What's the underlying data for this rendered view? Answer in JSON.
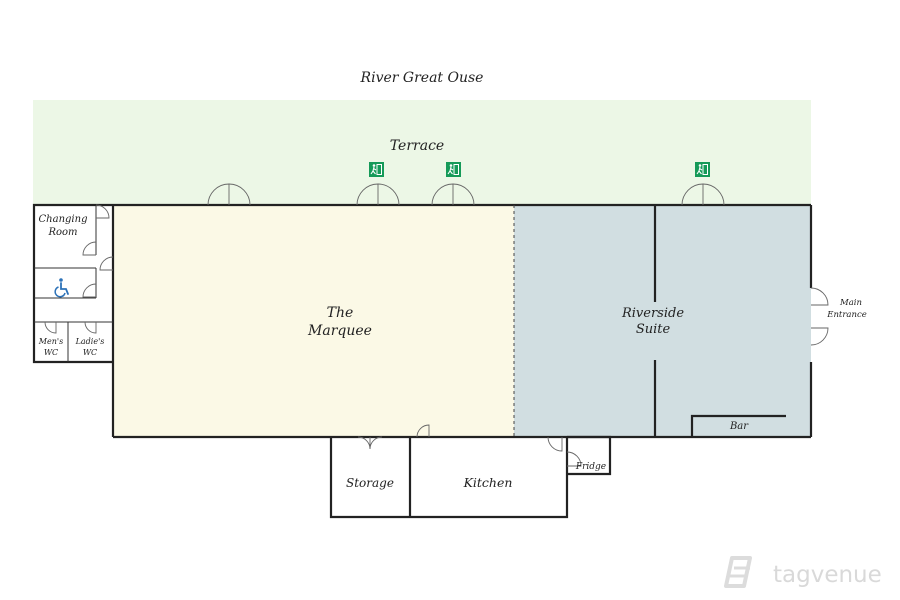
{
  "labels": {
    "river": "River Great Ouse",
    "terrace": "Terrace",
    "changing_1": "Changing",
    "changing_2": "Room",
    "mens_1": "Men's",
    "mens_2": "WC",
    "ladies_1": "Ladie's",
    "ladies_2": "WC",
    "marquee_1": "The",
    "marquee_2": "Marquee",
    "riverside_1": "Riverside",
    "riverside_2": "Suite",
    "main_entrance_1": "Main",
    "main_entrance_2": "Entrance",
    "bar": "Bar",
    "storage": "Storage",
    "kitchen": "Kitchen",
    "fridge": "Fridge",
    "watermark": "tagvenue"
  },
  "icons": {
    "exit_sign": "emergency-exit-icon",
    "accessible": "wheelchair-icon",
    "brand": "tagvenue-logo-icon"
  },
  "colors": {
    "terrace": "#ecf7e6",
    "marquee": "#fbf9e6",
    "riverside": "#d1dee1",
    "exit_green": "#159a58",
    "accessible_blue": "#2d72b8"
  }
}
